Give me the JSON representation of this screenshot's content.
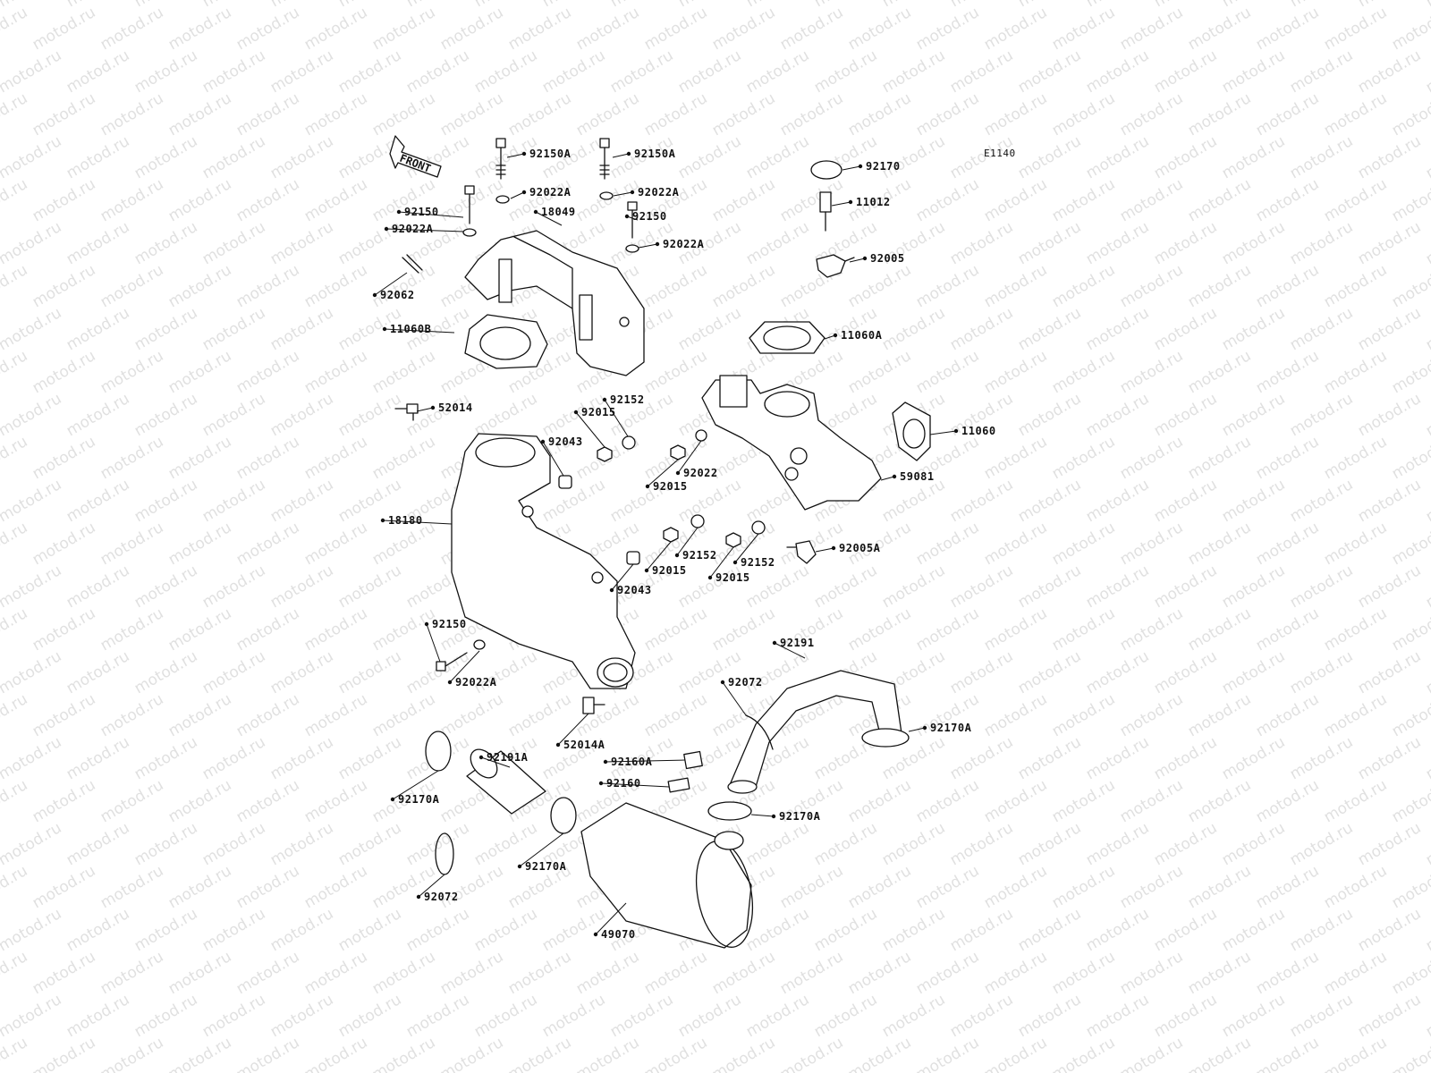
{
  "diagram": {
    "code": "E1140",
    "front_label": "FRONT",
    "watermark": "motod.ru",
    "parts": [
      {
        "id": "92150A",
        "labels": [
          {
            "text": "92150A"
          },
          {
            "text": "92150A"
          }
        ]
      },
      {
        "id": "92022A",
        "labels": [
          {
            "text": "92022A"
          },
          {
            "text": "92022A"
          },
          {
            "text": "92022A"
          },
          {
            "text": "92022A"
          },
          {
            "text": "92022A"
          }
        ]
      },
      {
        "id": "92150",
        "labels": [
          {
            "text": "92150"
          },
          {
            "text": "92150"
          },
          {
            "text": "92150"
          }
        ]
      },
      {
        "id": "18049",
        "labels": [
          {
            "text": "18049"
          }
        ]
      },
      {
        "id": "92062",
        "labels": [
          {
            "text": "92062"
          }
        ]
      },
      {
        "id": "92170",
        "labels": [
          {
            "text": "92170"
          }
        ]
      },
      {
        "id": "11012",
        "labels": [
          {
            "text": "11012"
          }
        ]
      },
      {
        "id": "92005",
        "labels": [
          {
            "text": "92005"
          }
        ]
      },
      {
        "id": "11060B",
        "labels": [
          {
            "text": "11060B"
          }
        ]
      },
      {
        "id": "11060A",
        "labels": [
          {
            "text": "11060A"
          }
        ]
      },
      {
        "id": "52014",
        "labels": [
          {
            "text": "52014"
          }
        ]
      },
      {
        "id": "92152",
        "labels": [
          {
            "text": "92152"
          },
          {
            "text": "92152"
          },
          {
            "text": "92152"
          }
        ]
      },
      {
        "id": "92015",
        "labels": [
          {
            "text": "92015"
          },
          {
            "text": "92015"
          },
          {
            "text": "92015"
          },
          {
            "text": "92015"
          }
        ]
      },
      {
        "id": "92043",
        "labels": [
          {
            "text": "92043"
          },
          {
            "text": "92043"
          }
        ]
      },
      {
        "id": "92022",
        "labels": [
          {
            "text": "92022"
          }
        ]
      },
      {
        "id": "11060",
        "labels": [
          {
            "text": "11060"
          }
        ]
      },
      {
        "id": "59081",
        "labels": [
          {
            "text": "59081"
          }
        ]
      },
      {
        "id": "18180",
        "labels": [
          {
            "text": "18180"
          }
        ]
      },
      {
        "id": "92005A",
        "labels": [
          {
            "text": "92005A"
          }
        ]
      },
      {
        "id": "92191",
        "labels": [
          {
            "text": "92191"
          }
        ]
      },
      {
        "id": "92072",
        "labels": [
          {
            "text": "92072"
          },
          {
            "text": "92072"
          }
        ]
      },
      {
        "id": "92170A",
        "labels": [
          {
            "text": "92170A"
          },
          {
            "text": "92170A"
          },
          {
            "text": "92170A"
          },
          {
            "text": "92170A"
          }
        ]
      },
      {
        "id": "52014A",
        "labels": [
          {
            "text": "52014A"
          }
        ]
      },
      {
        "id": "92191A",
        "labels": [
          {
            "text": "92191A"
          }
        ]
      },
      {
        "id": "92160A",
        "labels": [
          {
            "text": "92160A"
          }
        ]
      },
      {
        "id": "92160",
        "labels": [
          {
            "text": "92160"
          }
        ]
      },
      {
        "id": "49070",
        "labels": [
          {
            "text": "49070"
          }
        ]
      }
    ]
  }
}
